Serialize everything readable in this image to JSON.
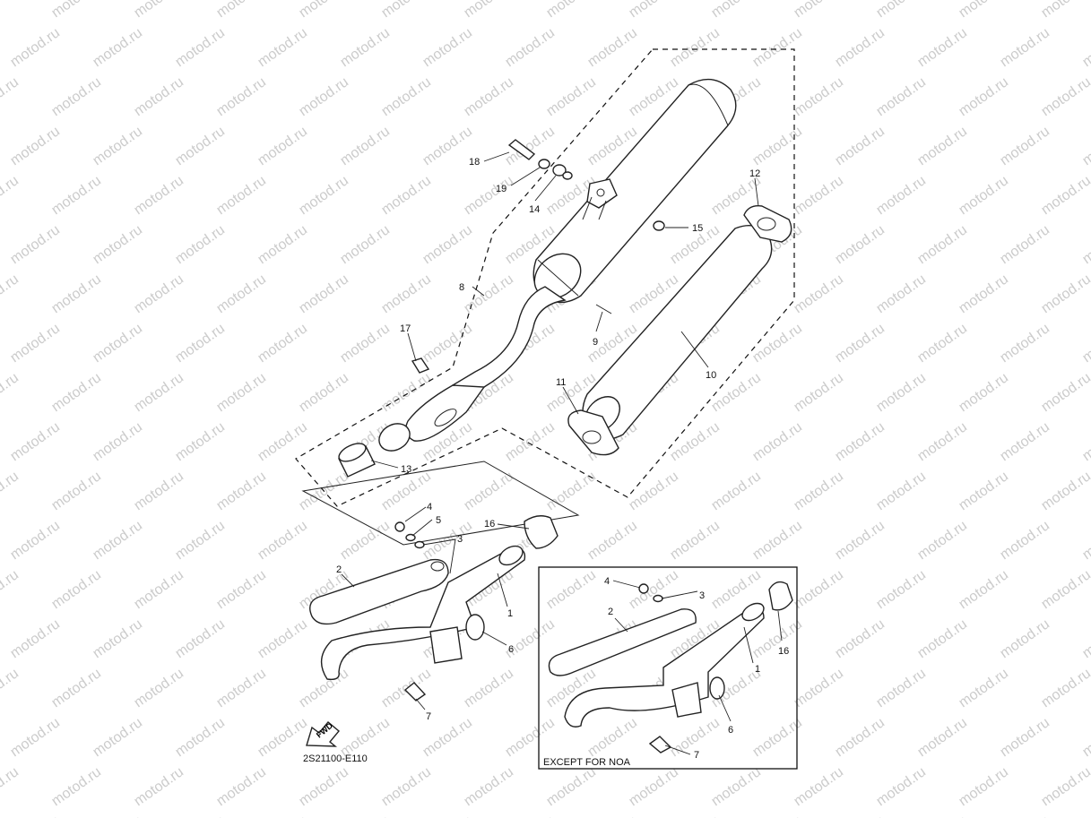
{
  "watermark": {
    "text": "motod.ru"
  },
  "callouts": [
    {
      "id": "c1",
      "label": "18"
    },
    {
      "id": "c2",
      "label": "19"
    },
    {
      "id": "c3",
      "label": "14"
    },
    {
      "id": "c4",
      "label": "15"
    },
    {
      "id": "c5",
      "label": "12"
    },
    {
      "id": "c6",
      "label": "8"
    },
    {
      "id": "c7",
      "label": "9"
    },
    {
      "id": "c8",
      "label": "17"
    },
    {
      "id": "c9",
      "label": "10"
    },
    {
      "id": "c10",
      "label": "11"
    },
    {
      "id": "c11",
      "label": "13"
    },
    {
      "id": "c12",
      "label": "4"
    },
    {
      "id": "c13",
      "label": "5"
    },
    {
      "id": "c14",
      "label": "3"
    },
    {
      "id": "c15",
      "label": "16"
    },
    {
      "id": "c16",
      "label": "2"
    },
    {
      "id": "c17",
      "label": "1"
    },
    {
      "id": "c18",
      "label": "6"
    },
    {
      "id": "c19",
      "label": "7"
    },
    {
      "id": "c20",
      "label": "4"
    },
    {
      "id": "c21",
      "label": "3"
    },
    {
      "id": "c22",
      "label": "2"
    },
    {
      "id": "c23",
      "label": "16"
    },
    {
      "id": "c24",
      "label": "1"
    },
    {
      "id": "c25",
      "label": "6"
    },
    {
      "id": "c26",
      "label": "7"
    }
  ],
  "fwd_label": "FWD",
  "diagram_code": "2S21100-E110",
  "inset_label": "EXCEPT FOR NOA"
}
